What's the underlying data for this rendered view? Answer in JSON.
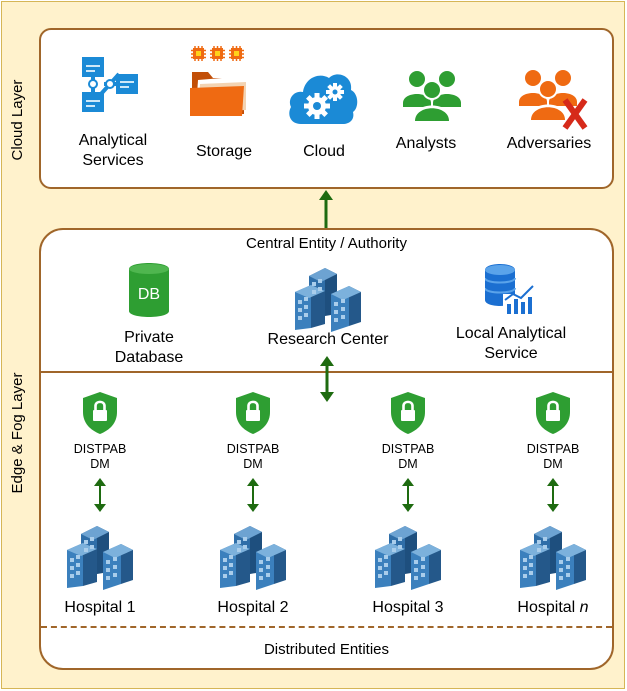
{
  "layers": {
    "cloud_label": "Cloud Layer",
    "edge_label": "Edge & Fog Layer"
  },
  "cloud": {
    "items": [
      {
        "label_line1": "Analytical",
        "label_line2": "Services",
        "icon": "analytical-services-icon"
      },
      {
        "label": "Storage",
        "icon": "storage-folder-icon"
      },
      {
        "label": "Cloud",
        "icon": "cloud-gears-icon"
      },
      {
        "label": "Analysts",
        "icon": "users-group-icon"
      },
      {
        "label": "Adversaries",
        "icon": "adversaries-group-icon"
      }
    ]
  },
  "central": {
    "title": "Central Entity / Authority",
    "db_text": "DB",
    "items": [
      {
        "label_line1": "Private",
        "label_line2": "Database",
        "icon": "database-icon"
      },
      {
        "label": "Research Center",
        "icon": "buildings-icon"
      },
      {
        "label_line1": "Local Analytical",
        "label_line2": "Service",
        "icon": "analytics-db-icon"
      }
    ]
  },
  "entities": {
    "title": "Distributed Entities",
    "hospitals": [
      {
        "dm_line1": "DISTPAB",
        "dm_line2": "DM",
        "name": "Hospital 1"
      },
      {
        "dm_line1": "DISTPAB",
        "dm_line2": "DM",
        "name": "Hospital 2"
      },
      {
        "dm_line1": "DISTPAB",
        "dm_line2": "DM",
        "name": "Hospital 3"
      },
      {
        "dm_line1": "DISTPAB",
        "dm_line2": "DM",
        "name_prefix": "Hospital ",
        "name_italic": "n"
      }
    ]
  },
  "colors": {
    "frame_bg": "#fff2cc",
    "panel_border": "#a0662a",
    "arrow": "#1e6b10",
    "shield": "#2e9e32",
    "building": "#2f6ea8",
    "azure_blue": "#1b8ad6",
    "storage_orange": "#ef6a12",
    "analyst_green": "#2e9e32",
    "adversary_orange": "#ef6a12",
    "adversary_x": "#d62a1a"
  }
}
